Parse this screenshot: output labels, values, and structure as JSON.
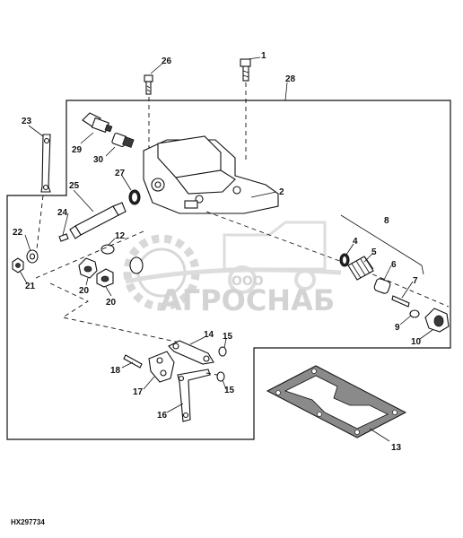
{
  "diagram": {
    "figure_code": "HX297734",
    "watermark": {
      "prefix": "ООО",
      "brand": "АГРОСНАБ"
    },
    "callouts": [
      "1",
      "2",
      "4",
      "5",
      "6",
      "7",
      "8",
      "9",
      "10",
      "12",
      "13",
      "14",
      "15",
      "15",
      "16",
      "17",
      "18",
      "20",
      "20",
      "21",
      "22",
      "23",
      "24",
      "25",
      "26",
      "27",
      "28",
      "29",
      "30"
    ]
  }
}
